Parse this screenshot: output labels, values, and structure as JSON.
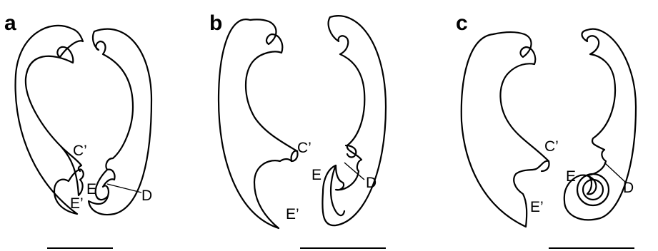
{
  "panels": [
    {
      "letter": "a",
      "labels": {
        "c_prime": "C’",
        "e": "E",
        "e_prime": "E’",
        "d": "D"
      }
    },
    {
      "letter": "b",
      "labels": {
        "c_prime": "C’",
        "e": "E",
        "e_prime": "E’",
        "d": "D"
      }
    },
    {
      "letter": "c",
      "labels": {
        "c_prime": "C’",
        "e": "E",
        "e_prime": "E’",
        "d": "D"
      }
    }
  ],
  "colors": {
    "stroke": "#000000",
    "background": "#ffffff"
  }
}
